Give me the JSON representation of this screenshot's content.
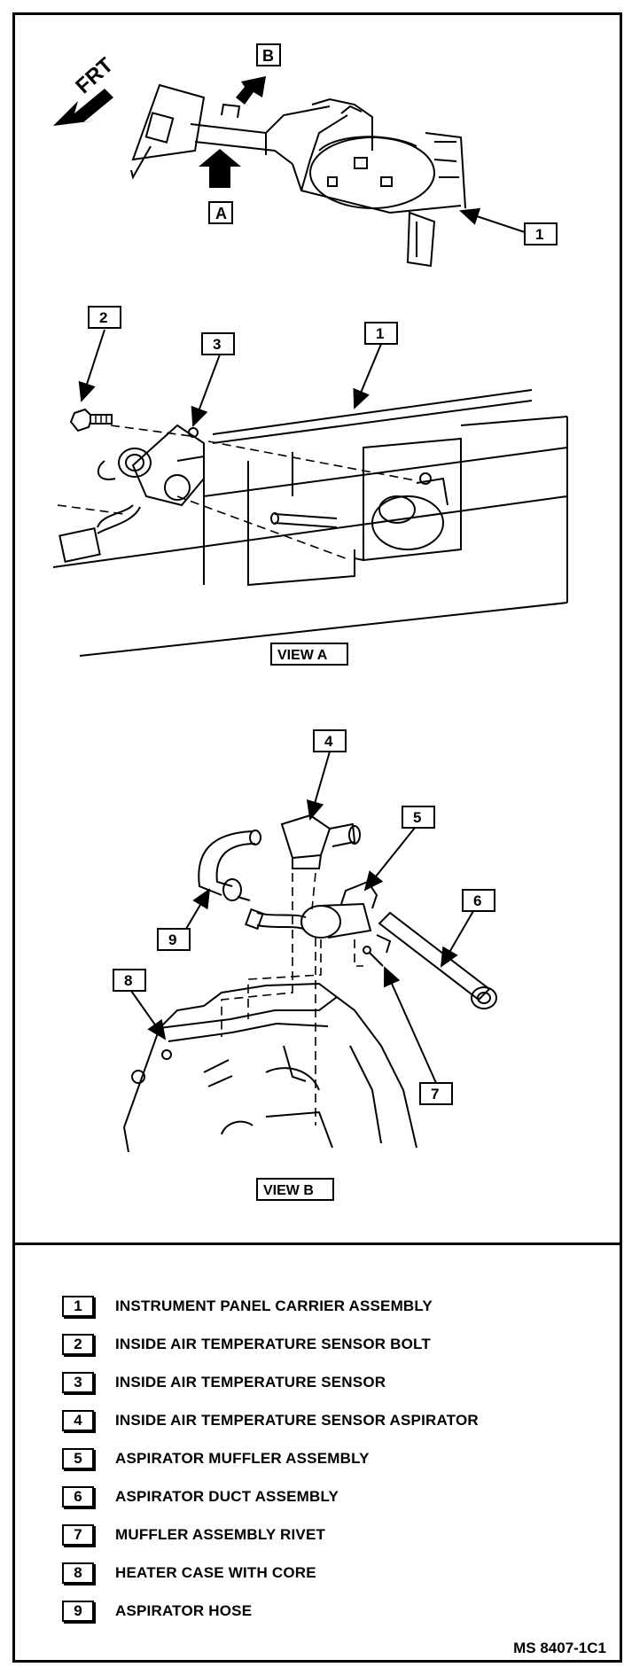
{
  "direction_label": "FRT",
  "view_markers": {
    "a": "A",
    "b": "B"
  },
  "views": {
    "a": "VIEW A",
    "b": "VIEW B"
  },
  "callouts": [
    "1",
    "2",
    "3",
    "1",
    "4",
    "5",
    "6",
    "9",
    "8",
    "7"
  ],
  "legend": [
    {
      "num": "1",
      "text": "INSTRUMENT PANEL CARRIER ASSEMBLY"
    },
    {
      "num": "2",
      "text": "INSIDE AIR TEMPERATURE SENSOR BOLT"
    },
    {
      "num": "3",
      "text": "INSIDE AIR TEMPERATURE SENSOR"
    },
    {
      "num": "4",
      "text": "INSIDE AIR TEMPERATURE SENSOR ASPIRATOR"
    },
    {
      "num": "5",
      "text": "ASPIRATOR MUFFLER ASSEMBLY"
    },
    {
      "num": "6",
      "text": "ASPIRATOR DUCT ASSEMBLY"
    },
    {
      "num": "7",
      "text": "MUFFLER ASSEMBLY RIVET"
    },
    {
      "num": "8",
      "text": "HEATER CASE WITH CORE"
    },
    {
      "num": "9",
      "text": "ASPIRATOR HOSE"
    }
  ],
  "figure_id": "MS 8407-1C1"
}
